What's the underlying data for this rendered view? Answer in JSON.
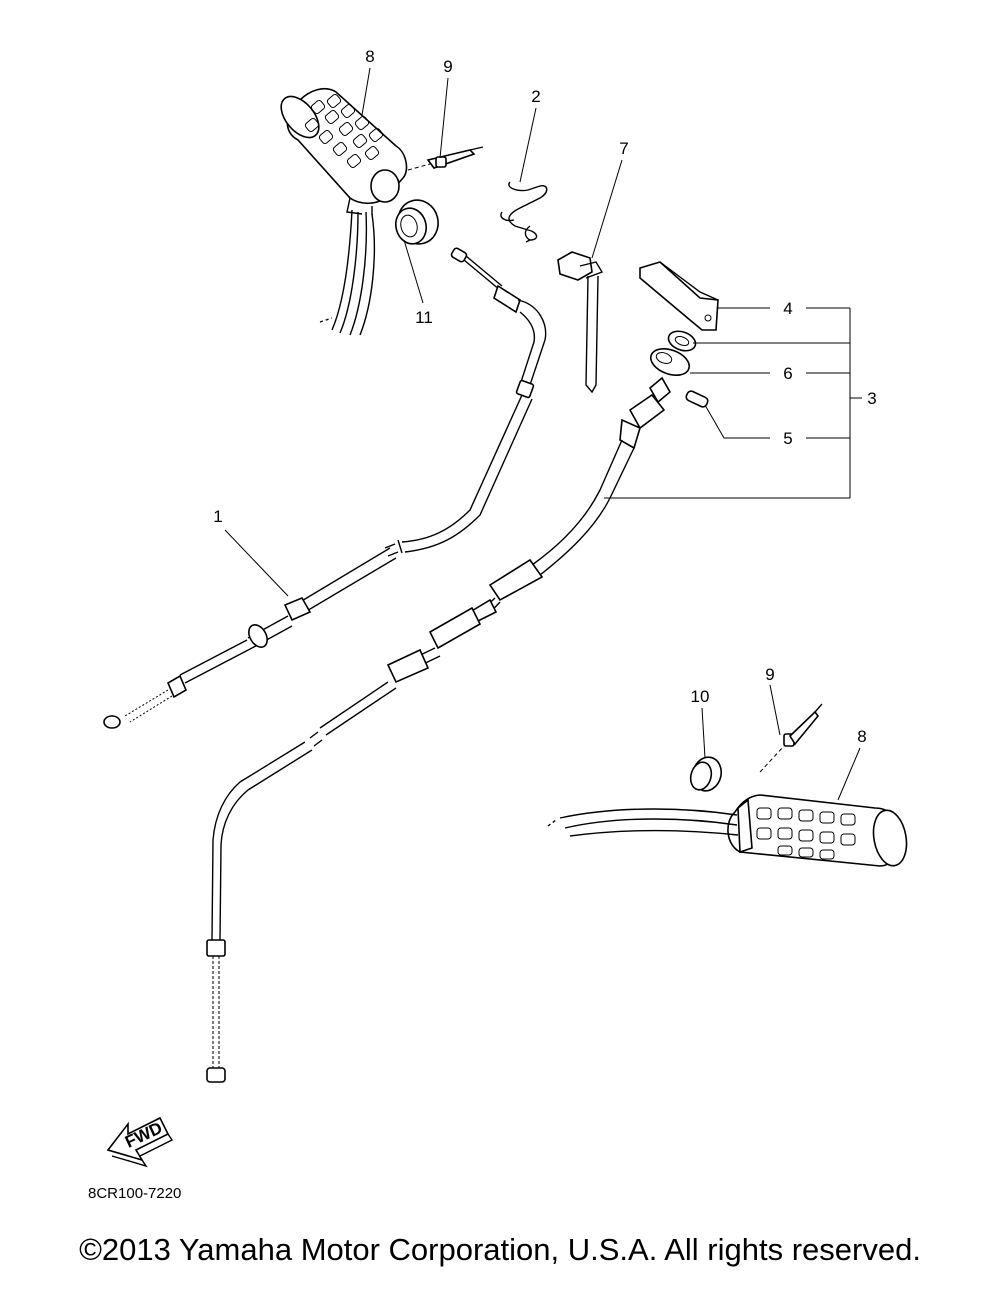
{
  "diagram": {
    "callouts": {
      "c1": "1",
      "c2": "2",
      "c3": "3",
      "c4": "4",
      "c5": "5",
      "c6": "6",
      "c7": "7",
      "c8_top": "8",
      "c8_bottom": "8",
      "c9_top": "9",
      "c9_bottom": "9",
      "c10": "10",
      "c11": "11"
    },
    "fwd_label": "FWD",
    "drawing_code": "8CR100-7220",
    "icons": [
      "fwd-arrow-icon"
    ]
  },
  "footer": {
    "copyright": "©2013 Yamaha Motor Corporation, U.S.A. All rights reserved."
  }
}
